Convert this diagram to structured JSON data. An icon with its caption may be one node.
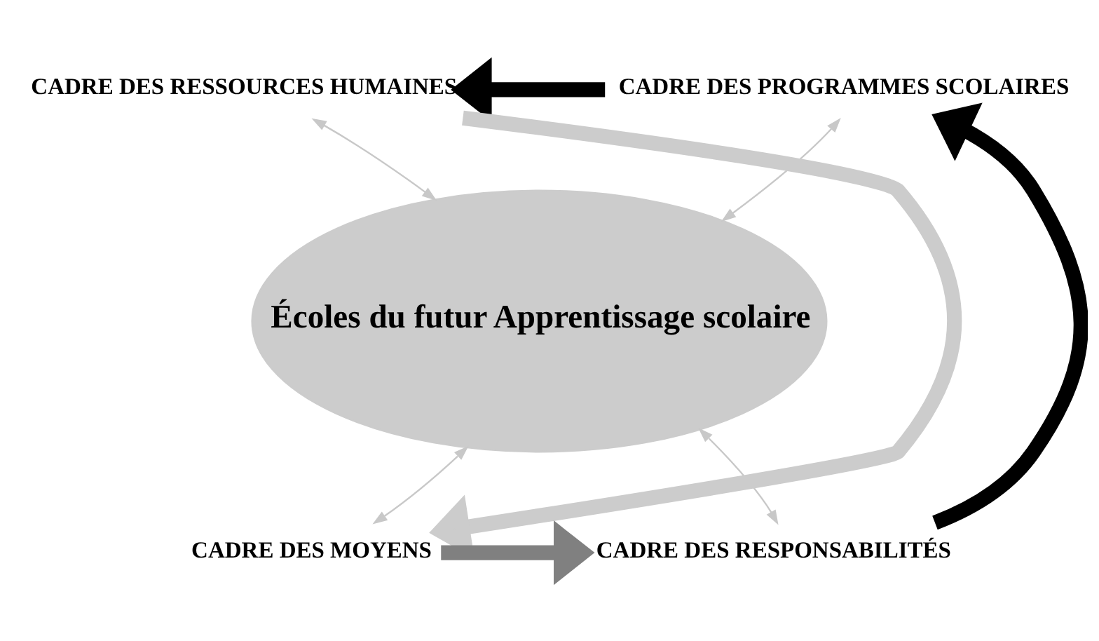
{
  "diagram": {
    "nodes": [
      {
        "text": [
          "Écoles du futur Apprentissage scolaire"
        ]
      },
      {
        "text": [
          "CADRE DES PROGRAMMES SCOLAIRES"
        ]
      },
      {
        "text": [
          "CADRE DES RESSOURCES HUMAINES"
        ]
      },
      {
        "text": [
          "CADRE DES MOYENS"
        ]
      },
      {
        "text": [
          "CADRE DES RESPONSABILITÉS"
        ]
      }
    ],
    "edges": [
      {
        "from": 1,
        "to": 2,
        "arrow": "to",
        "style": "thick",
        "color": "#000000"
      },
      {
        "from": 2,
        "to": 3,
        "arrow": "to",
        "style": "thick",
        "color": "#cccccc"
      },
      {
        "from": 3,
        "to": 4,
        "arrow": "to",
        "style": "thick",
        "color": "#808080"
      },
      {
        "from": 4,
        "to": 1,
        "arrow": "to",
        "style": "thick",
        "color": "#000000"
      },
      {
        "from": 0,
        "to": 1,
        "arrow": "both",
        "color": "#c8c8c8"
      },
      {
        "from": 0,
        "to": 2,
        "arrow": "both",
        "color": "#c8c8c8"
      },
      {
        "from": 0,
        "to": 3,
        "arrow": "both",
        "color": "#c8c8c8"
      },
      {
        "from": 0,
        "to": 4,
        "arrow": "both",
        "color": "#c8c8c8"
      }
    ]
  }
}
